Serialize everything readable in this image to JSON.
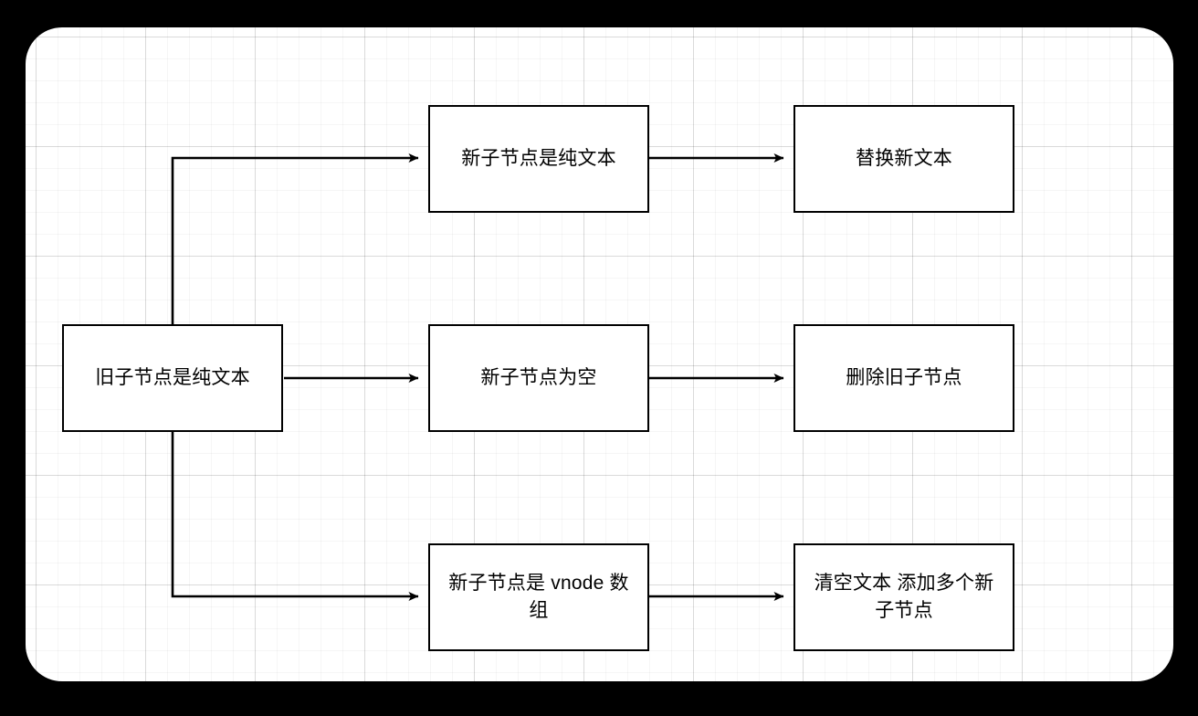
{
  "canvas": {
    "background_color": "#ffffff",
    "frame_color": "#000000",
    "grid": "light-square-grid"
  },
  "diagram": {
    "type": "flowchart",
    "direction": "left-to-right",
    "nodes": [
      {
        "id": "old-text",
        "label": "旧子节点是纯文本",
        "column": 1,
        "row": 2
      },
      {
        "id": "new-text",
        "label": "新子节点是纯文本",
        "column": 2,
        "row": 1
      },
      {
        "id": "new-empty",
        "label": "新子节点为空",
        "column": 2,
        "row": 2
      },
      {
        "id": "new-vnode",
        "label": "新子节点是 vnode 数组",
        "column": 2,
        "row": 3
      },
      {
        "id": "replace-text",
        "label": "替换新文本",
        "column": 3,
        "row": 1
      },
      {
        "id": "remove-old",
        "label": "删除旧子节点",
        "column": 3,
        "row": 2
      },
      {
        "id": "clear-add",
        "label": "清空文本 添加多个新子节点",
        "column": 3,
        "row": 3
      }
    ],
    "edges": [
      {
        "from": "old-text",
        "to": "new-text",
        "style": "orthogonal",
        "arrow": "filled-triangle"
      },
      {
        "from": "old-text",
        "to": "new-empty",
        "style": "straight",
        "arrow": "filled-triangle"
      },
      {
        "from": "old-text",
        "to": "new-vnode",
        "style": "orthogonal",
        "arrow": "filled-triangle"
      },
      {
        "from": "new-text",
        "to": "replace-text",
        "style": "straight",
        "arrow": "filled-triangle"
      },
      {
        "from": "new-empty",
        "to": "remove-old",
        "style": "straight",
        "arrow": "filled-triangle"
      },
      {
        "from": "new-vnode",
        "to": "clear-add",
        "style": "straight",
        "arrow": "filled-triangle"
      }
    ],
    "stroke_color": "#000000",
    "text_color": "#000000"
  }
}
